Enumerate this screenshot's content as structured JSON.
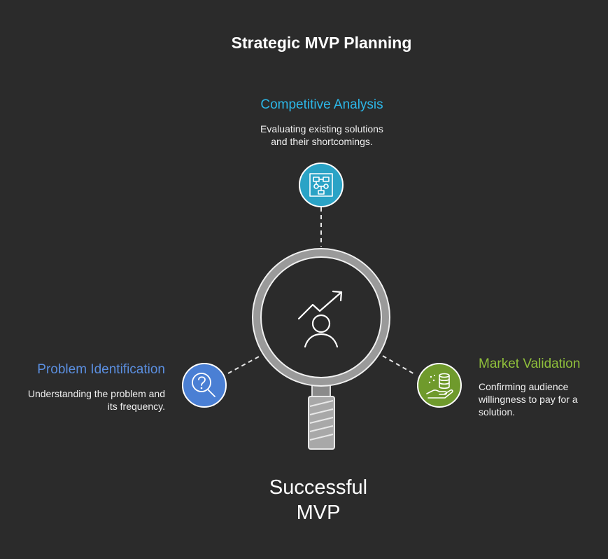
{
  "title": "Strategic MVP Planning",
  "center": {
    "label_line1": "Successful",
    "label_line2": "MVP",
    "icon": "growth-person-icon"
  },
  "branches": {
    "competitive": {
      "title": "Competitive Analysis",
      "description_line1": "Evaluating existing solutions",
      "description_line2": "and their shortcomings.",
      "icon": "flowchart-icon",
      "color": "#2aa3c6"
    },
    "problem": {
      "title": "Problem Identification",
      "description_line1": "Understanding the problem and",
      "description_line2": "its frequency.",
      "icon": "question-search-icon",
      "color": "#4a7fd4"
    },
    "market": {
      "title": "Market Validation",
      "description_line1": "Confirming audience",
      "description_line2": "willingness to pay for a",
      "description_line3": "solution.",
      "icon": "coins-hand-icon",
      "color": "#6f9a2c"
    }
  },
  "colors": {
    "background": "#2b2b2b",
    "magnifier_ring": "#9a9a9a",
    "magnifier_handle": "#a8a8a8"
  }
}
